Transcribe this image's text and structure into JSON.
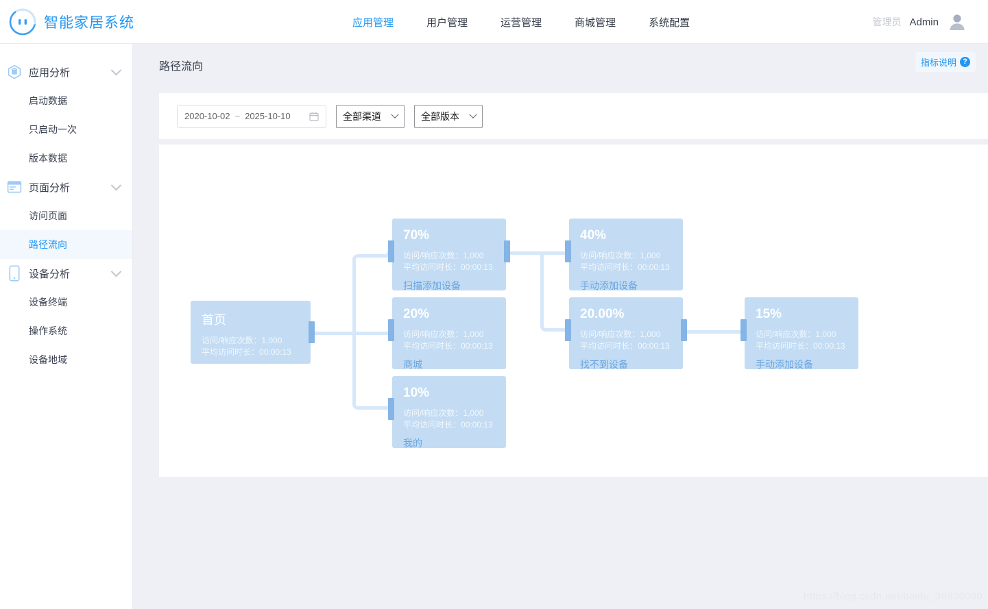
{
  "app": {
    "brand_name": "智能家居系统",
    "logo_icon": "socket-circle-icon"
  },
  "topnav": {
    "items": [
      {
        "label": "应用管理",
        "active": true
      },
      {
        "label": "用户管理",
        "active": false
      },
      {
        "label": "运营管理",
        "active": false
      },
      {
        "label": "商城管理",
        "active": false
      },
      {
        "label": "系统配置",
        "active": false
      }
    ]
  },
  "user": {
    "role": "管理员",
    "name": "Admin",
    "avatar_icon": "user-avatar-icon"
  },
  "sidebar": {
    "groups": [
      {
        "label": "应用分析",
        "icon": "cube-icon",
        "items": [
          {
            "label": "启动数据",
            "active": false
          },
          {
            "label": "只启动一次",
            "active": false
          },
          {
            "label": "版本数据",
            "active": false
          }
        ]
      },
      {
        "label": "页面分析",
        "icon": "window-icon",
        "items": [
          {
            "label": "访问页面",
            "active": false
          },
          {
            "label": "路径流向",
            "active": true
          }
        ]
      },
      {
        "label": "设备分析",
        "icon": "mobile-icon",
        "items": [
          {
            "label": "设备终端",
            "active": false
          },
          {
            "label": "操作系统",
            "active": false
          },
          {
            "label": "设备地域",
            "active": false
          }
        ]
      }
    ]
  },
  "page": {
    "title": "路径流向",
    "metric_help": {
      "label": "指标说明",
      "icon": "question-circle-icon"
    }
  },
  "filters": {
    "date_range": {
      "start": "2020-10-02",
      "separator": "~",
      "end": "2025-10-10",
      "icon": "calendar-icon"
    },
    "channel": {
      "value": "全部渠道",
      "caret": "chevron-down-icon"
    },
    "version": {
      "value": "全部版本",
      "caret": "chevron-down-icon"
    }
  },
  "chart_data": {
    "type": "diagram",
    "title": "路径流向",
    "stat_labels": {
      "visits": "访问/响应次数：",
      "duration": "平均访问时长："
    },
    "nodes": [
      {
        "id": "n0",
        "column": 0,
        "title": "首页",
        "title_kind": "word",
        "visits": "1,000",
        "duration": "00:00:13",
        "label": ""
      },
      {
        "id": "n1",
        "column": 1,
        "title": "70%",
        "title_kind": "percent",
        "visits": "1,000",
        "duration": "00:00:13",
        "label": "扫描添加设备"
      },
      {
        "id": "n2",
        "column": 1,
        "title": "20%",
        "title_kind": "percent",
        "visits": "1,000",
        "duration": "00:00:13",
        "label": "商城"
      },
      {
        "id": "n3",
        "column": 1,
        "title": "10%",
        "title_kind": "percent",
        "visits": "1,000",
        "duration": "00:00:13",
        "label": "我的"
      },
      {
        "id": "n4",
        "column": 2,
        "title": "40%",
        "title_kind": "percent",
        "visits": "1,000",
        "duration": "00:00:13",
        "label": "手动添加设备"
      },
      {
        "id": "n5",
        "column": 2,
        "title": "20.00%",
        "title_kind": "percent",
        "visits": "1,000",
        "duration": "00:00:13",
        "label": "找不到设备"
      },
      {
        "id": "n6",
        "column": 3,
        "title": "15%",
        "title_kind": "percent",
        "visits": "1,000",
        "duration": "00:00:13",
        "label": "手动添加设备"
      }
    ],
    "edges": [
      {
        "from": "n0",
        "to": "n1"
      },
      {
        "from": "n0",
        "to": "n2"
      },
      {
        "from": "n0",
        "to": "n3"
      },
      {
        "from": "n1",
        "to": "n4"
      },
      {
        "from": "n1",
        "to": "n5"
      },
      {
        "from": "n5",
        "to": "n6"
      }
    ],
    "colors": {
      "node_bg": "#c3dcf3",
      "node_label": "#6aa5e0",
      "connector": "#d6e7fa",
      "connector_tab": "#85b4e6"
    }
  },
  "watermark": "https://blog.csdn.net/baidu_36836080"
}
